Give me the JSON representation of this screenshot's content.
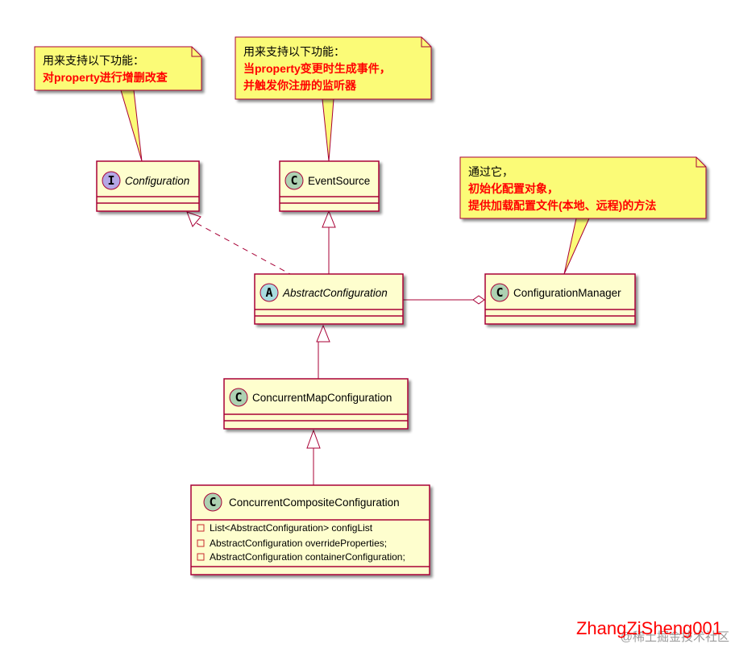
{
  "notes": {
    "configuration": {
      "line1": "用来支持以下功能：",
      "line2": "对property进行增删改查"
    },
    "event_source": {
      "line1": "用来支持以下功能：",
      "line2": "当property变更时生成事件，",
      "line3": "并触发你注册的监听器"
    },
    "configuration_manager": {
      "line1": "通过它，",
      "line2": "初始化配置对象，",
      "line3": "提供加载配置文件(本地、远程)的方法"
    }
  },
  "classes": {
    "configuration": {
      "stereotype": "I",
      "name": "Configuration",
      "kind": "interface"
    },
    "event_source": {
      "stereotype": "C",
      "name": "EventSource",
      "kind": "class"
    },
    "abstract_configuration": {
      "stereotype": "A",
      "name": "AbstractConfiguration",
      "kind": "abstract"
    },
    "configuration_manager": {
      "stereotype": "C",
      "name": "ConfigurationManager",
      "kind": "class"
    },
    "concurrent_map_configuration": {
      "stereotype": "C",
      "name": "ConcurrentMapConfiguration",
      "kind": "class"
    },
    "concurrent_composite_configuration": {
      "stereotype": "C",
      "name": "ConcurrentCompositeConfiguration",
      "kind": "class",
      "attributes": [
        "List<AbstractConfiguration> configList",
        "AbstractConfiguration overrideProperties;",
        "AbstractConfiguration containerConfiguration;"
      ]
    }
  },
  "watermark": {
    "author": "ZhangZiSheng001",
    "site": "@稀土掘金技术社区"
  },
  "colors": {
    "class_fill": "#fefece",
    "class_border": "#a80036",
    "note_fill": "#fbfb77",
    "note_border": "#a80036",
    "interface_circle": "#b4a7e5",
    "class_circle": "#add1b2",
    "abstract_circle": "#a9dcdf",
    "accent_red": "#ff0000"
  }
}
